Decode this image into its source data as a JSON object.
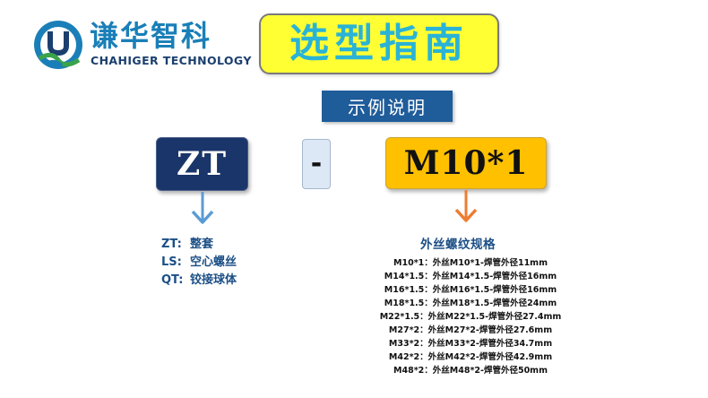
{
  "brand": {
    "name_cn": "谦华智科",
    "name_en": "CHAHIGER TECHNOLOGY",
    "colors": {
      "primary": "#1a7fb8",
      "dark": "#1b3f6e",
      "accent_green": "#3aa34a"
    }
  },
  "title": {
    "text": "选型指南",
    "bg": "#ffff33",
    "color": "#2ab3d6"
  },
  "example_label": "示例说明",
  "code": {
    "prefix": "ZT",
    "separator": "-",
    "suffix": "M10*1",
    "colors": {
      "prefix_bg": "#1a3569",
      "separator_bg": "#dde8f6",
      "suffix_bg": "#ffc000"
    }
  },
  "arrows": {
    "left": {
      "icon": "arrow-down-icon",
      "color": "#5b9bd5"
    },
    "right": {
      "icon": "arrow-down-icon",
      "color": "#ed7d31"
    }
  },
  "prefix_legend": [
    {
      "code": "ZT:",
      "desc": "整套"
    },
    {
      "code": "LS:",
      "desc": "空心螺丝"
    },
    {
      "code": "QT:",
      "desc": "铰接球体"
    }
  ],
  "spec_heading": "外丝螺纹规格",
  "specs": [
    "M10*1：外丝M10*1-焊管外径11mm",
    "M14*1.5：外丝M14*1.5-焊管外径16mm",
    "M16*1.5：外丝M16*1.5-焊管外径16mm",
    "M18*1.5：外丝M18*1.5-焊管外径24mm",
    "M22*1.5：外丝M22*1.5-焊管外径27.4mm",
    "M27*2：外丝M27*2-焊管外径27.6mm",
    "M33*2：外丝M33*2-焊管外径34.7mm",
    "M42*2：外丝M42*2-焊管外径42.9mm",
    "M48*2：外丝M48*2-焊管外径50mm"
  ]
}
